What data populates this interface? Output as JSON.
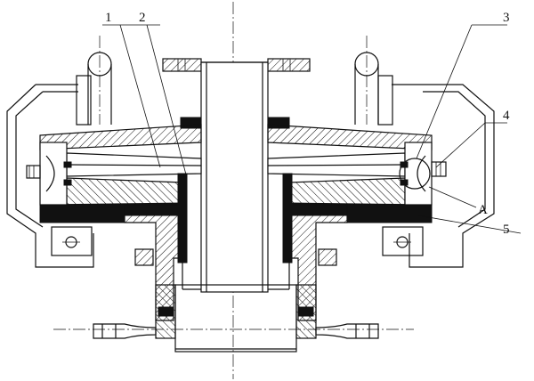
{
  "labels": {
    "part_1": "1",
    "part_2": "2",
    "part_3": "3",
    "part_4": "4",
    "part_5": "5",
    "detail_a": "A"
  }
}
